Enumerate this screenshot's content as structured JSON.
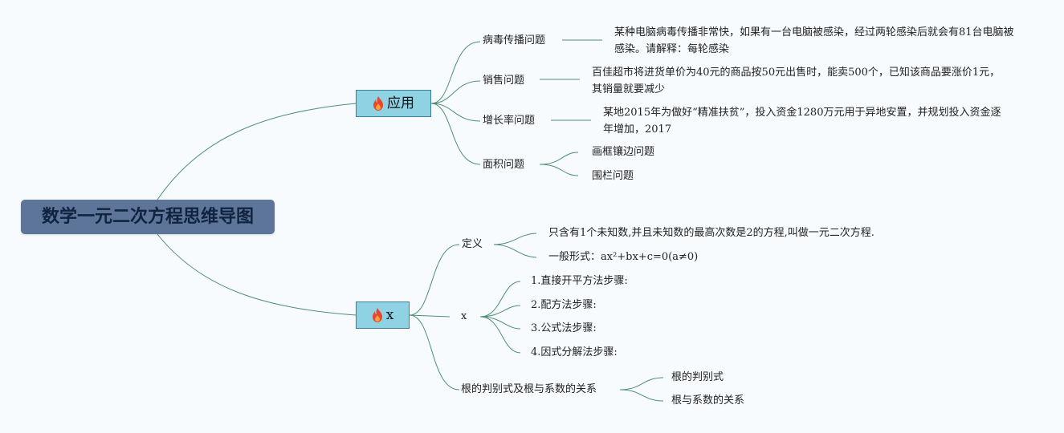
{
  "map": {
    "root": "数学一元二次方程思维导图",
    "branches": [
      {
        "label": "应用",
        "children": [
          {
            "label": "病毒传播问题",
            "children": [
              "某种电脑病毒传播非常快，如果有一台电脑被感染，经过两轮感染后就会有81台电脑被感染。请解释：每轮感染"
            ]
          },
          {
            "label": "销售问题",
            "children": [
              "百佳超市将进货单价为40元的商品按50元出售时，能卖500个，已知该商品要涨价1元，其销量就要减少"
            ]
          },
          {
            "label": "增长率问题",
            "children": [
              "某地2015年为做好“精准扶贫”，投入资金1280万元用于异地安置，并规划投入资金逐年增加，2017"
            ]
          },
          {
            "label": "面积问题",
            "children": [
              "画框镶边问题",
              "围栏问题"
            ]
          }
        ]
      },
      {
        "label": "x",
        "children": [
          {
            "label": "定义",
            "children": [
              "只含有1个未知数,并且未知数的最高次数是2的方程,叫做一元二次方程.",
              "一般形式：ax²+bx+c=0(a≠0)"
            ]
          },
          {
            "label": "x",
            "children": [
              "1.直接开平方法步骤:",
              "2.配方法步骤:",
              "3.公式法步骤:",
              "4.因式分解法步骤:"
            ]
          },
          {
            "label": "根的判别式及根与系数的关系",
            "children": [
              "根的判别式",
              "根与系数的关系"
            ]
          }
        ]
      }
    ]
  },
  "colors": {
    "root_bg": "#5d7599",
    "branch_bg": "#8fd2e4",
    "line": "#4e8f74",
    "fire": "#e8452c"
  }
}
